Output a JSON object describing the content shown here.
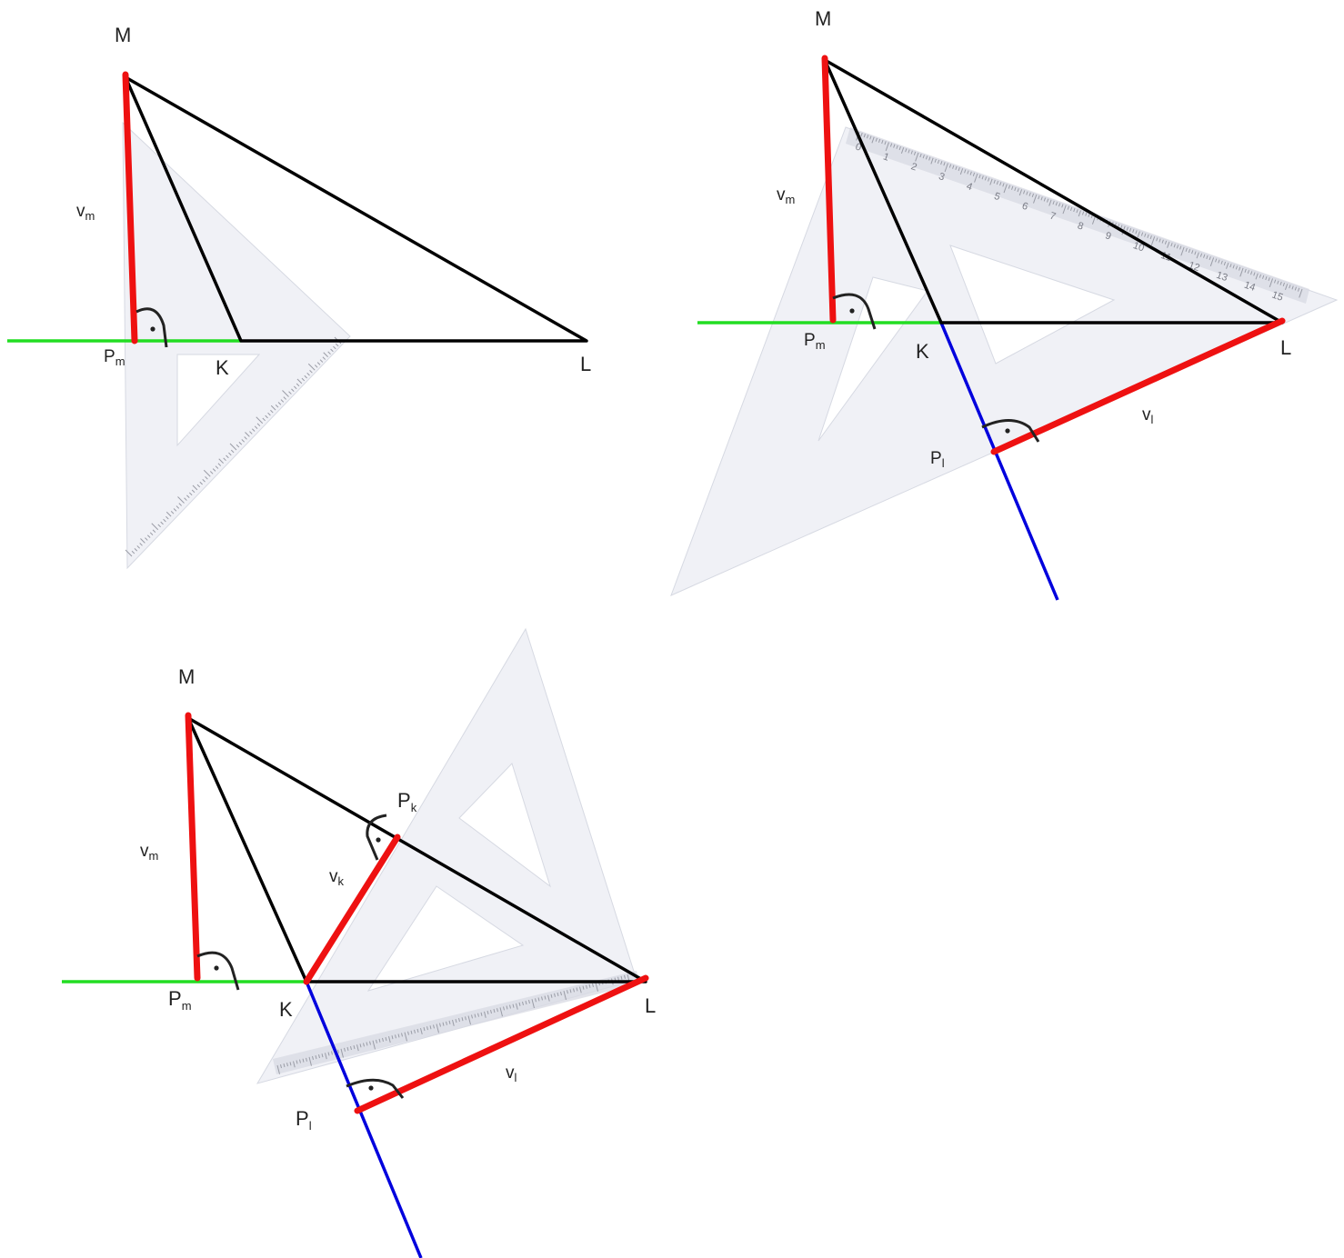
{
  "colors": {
    "triangle": "#000000",
    "altitude": "#ee1111",
    "extension_pm": "#22dd22",
    "extension_pl": "#0000dd",
    "set_square": "#e4e6ee",
    "right_angle_mark": "#222222"
  },
  "panels": [
    {
      "id": "panel-1",
      "labels": {
        "M": "M",
        "K": "K",
        "L": "L",
        "Pm": {
          "main": "P",
          "sub": "m"
        },
        "vm": {
          "main": "v",
          "sub": "m"
        }
      }
    },
    {
      "id": "panel-2",
      "labels": {
        "M": "M",
        "K": "K",
        "L": "L",
        "Pm": {
          "main": "P",
          "sub": "m"
        },
        "Pl": {
          "main": "P",
          "sub": "l"
        },
        "vm": {
          "main": "v",
          "sub": "m"
        },
        "vl": {
          "main": "v",
          "sub": "l"
        }
      },
      "ruler_numbers": [
        "0",
        "1",
        "2",
        "3",
        "4",
        "5",
        "6",
        "7",
        "8",
        "9",
        "10",
        "11",
        "12",
        "13",
        "14",
        "15"
      ]
    },
    {
      "id": "panel-3",
      "labels": {
        "M": "M",
        "K": "K",
        "L": "L",
        "Pm": {
          "main": "P",
          "sub": "m"
        },
        "Pk": {
          "main": "P",
          "sub": "k"
        },
        "Pl": {
          "main": "P",
          "sub": "l"
        },
        "vm": {
          "main": "v",
          "sub": "m"
        },
        "vk": {
          "main": "v",
          "sub": "k"
        },
        "vl": {
          "main": "v",
          "sub": "l"
        }
      }
    }
  ]
}
